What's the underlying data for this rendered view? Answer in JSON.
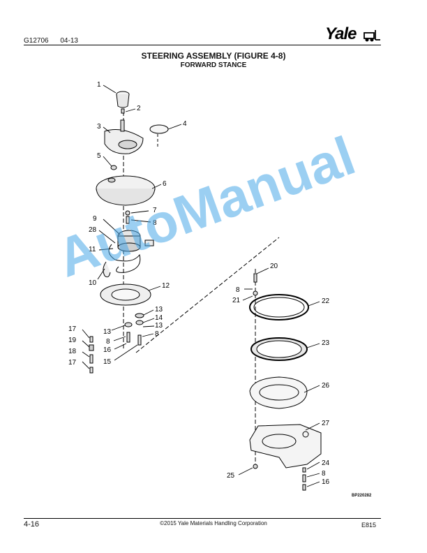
{
  "header": {
    "doc_number": "G12706",
    "doc_date": "04-13",
    "brand": "Yale"
  },
  "title": {
    "main": "STEERING ASSEMBLY (FIGURE 4-8)",
    "sub": "FORWARD STANCE"
  },
  "callouts": [
    "1",
    "2",
    "3",
    "4",
    "5",
    "6",
    "7",
    "8",
    "9",
    "28",
    "11",
    "10",
    "12",
    "13",
    "14",
    "13",
    "8",
    "17",
    "13",
    "8",
    "19",
    "16",
    "18",
    "15",
    "17",
    "20",
    "8",
    "21",
    "22",
    "23",
    "26",
    "27",
    "24",
    "8",
    "16",
    "25"
  ],
  "figure_code": "BP220282",
  "watermark": "AutoManual",
  "footer": {
    "page": "4-16",
    "copyright": "©2015 Yale Materials Handling Corporation",
    "code": "E815"
  }
}
